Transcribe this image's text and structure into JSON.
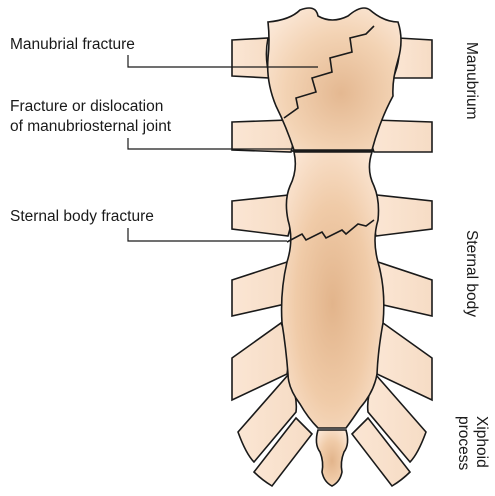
{
  "labels": {
    "manubrial_fracture": "Manubrial fracture",
    "manubriosternal_line1": "Fracture or dislocation",
    "manubriosternal_line2": "of manubriosternal joint",
    "sternal_body_fracture": "Sternal body fracture"
  },
  "side_labels": {
    "manubrium": "Manubrium",
    "sternal_body": "Sternal body",
    "xiphoid_line1": "Xiphoid",
    "xiphoid_line2": "process"
  },
  "colors": {
    "bone_light": "#fbe6d4",
    "bone_mid": "#f1cba8",
    "bone_dark": "#dcab80",
    "outline": "#1a1a1a"
  }
}
